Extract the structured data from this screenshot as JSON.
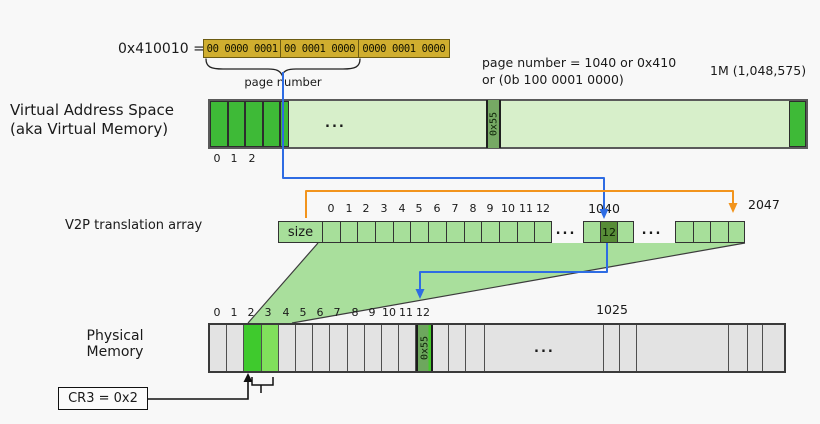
{
  "top": {
    "address_label": "0x410010 =",
    "binary_segments": [
      "00 0000 0001",
      "00 0001 0000",
      "0000 0001 0000"
    ],
    "brace_label": "page number",
    "page_number_line1": "page number = 1040 or 0x410",
    "page_number_line2": "or (0b 100 0001 0000)",
    "max_label": "1M (1,048,575)"
  },
  "vas": {
    "label_line1": "Virtual Address Space",
    "label_line2": "(aka Virtual Memory)",
    "tick_labels": [
      "0",
      "1",
      "2"
    ],
    "ellipsis": "...",
    "page_cell_label": "0x55"
  },
  "v2p": {
    "label": "V2P translation array",
    "size_label": "size",
    "index_labels": [
      "0",
      "1",
      "2",
      "3",
      "4",
      "5",
      "6",
      "7",
      "8",
      "9",
      "10",
      "11",
      "12"
    ],
    "ellipsis1": "...",
    "entry_index_label": "1040",
    "entry_value": "12",
    "ellipsis2": "...",
    "last_index_label": "2047"
  },
  "phys": {
    "label_line1": "Physical",
    "label_line2": "Memory",
    "index_labels": [
      "0",
      "1",
      "2",
      "3",
      "4",
      "5",
      "6",
      "7",
      "8",
      "9",
      "10",
      "11",
      "12"
    ],
    "highlight_label": "1025",
    "ellipsis": "...",
    "page_cell_label": "0x55",
    "cr3_label": "CR3 = 0x2"
  },
  "colors": {
    "blue_arrow": "#2e6ce3",
    "orange_arrow": "#f2941d",
    "bright_green": "#3eba37",
    "light_green": "#d7efca",
    "array_green": "#a7df9a",
    "entry_dark_green": "#578c37",
    "page_cell_green": "#76a964",
    "phys_gray": "#e3e3e3",
    "binary_box_gold": "#d0ae2f"
  }
}
